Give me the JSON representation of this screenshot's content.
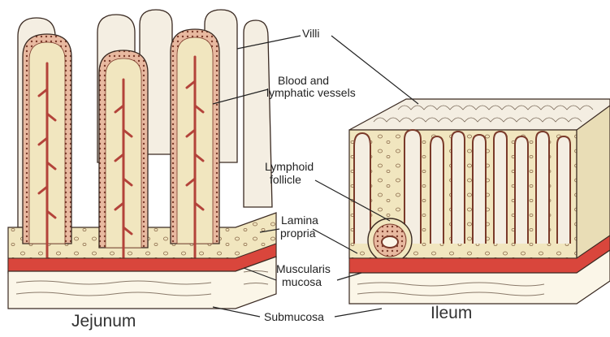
{
  "labels": {
    "villi": "Villi",
    "blood_line1": "Blood and",
    "blood_line2": "lymphatic vessels",
    "lymphoid_line1": "Lymphoid",
    "lymphoid_line2": "follicle",
    "lamina_line1": "Lamina",
    "lamina_line2": "propria",
    "muscularis_line1": "Muscularis",
    "muscularis_line2": "mucosa",
    "submucosa": "Submucosa",
    "jejunum": "Jejunum",
    "ileum": "Ileum"
  },
  "colors": {
    "muscularis": "#d9463c",
    "lamina": "#f1e6bf",
    "villus_fill": "#f4eee2",
    "villus_border": "#b86a52",
    "vessel": "#b3433a",
    "outline": "#3a2a22"
  }
}
